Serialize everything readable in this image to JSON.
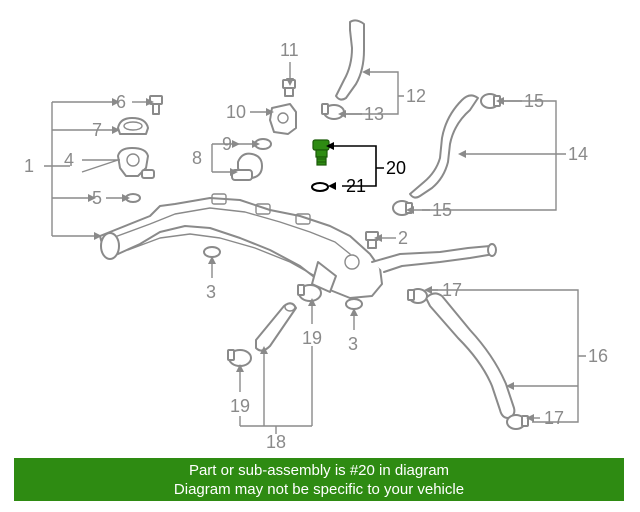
{
  "callouts": {
    "c1": "1",
    "c2": "2",
    "c3a": "3",
    "c3b": "3",
    "c4": "4",
    "c5": "5",
    "c6": "6",
    "c7": "7",
    "c8": "8",
    "c9": "9",
    "c10": "10",
    "c11": "11",
    "c12": "12",
    "c13": "13",
    "c14": "14",
    "c15a": "15",
    "c15b": "15",
    "c16": "16",
    "c17a": "17",
    "c17b": "17",
    "c18": "18",
    "c19a": "19",
    "c19b": "19",
    "c20": "20",
    "c21": "21"
  },
  "highlight": {
    "part": "20",
    "color": "#2e8b12",
    "part_color": "#2e8b12"
  },
  "banner": {
    "color": "#2e8b12",
    "line1": "Part or sub-assembly is #20 in diagram",
    "line2": "Diagram may not be specific to your vehicle"
  }
}
